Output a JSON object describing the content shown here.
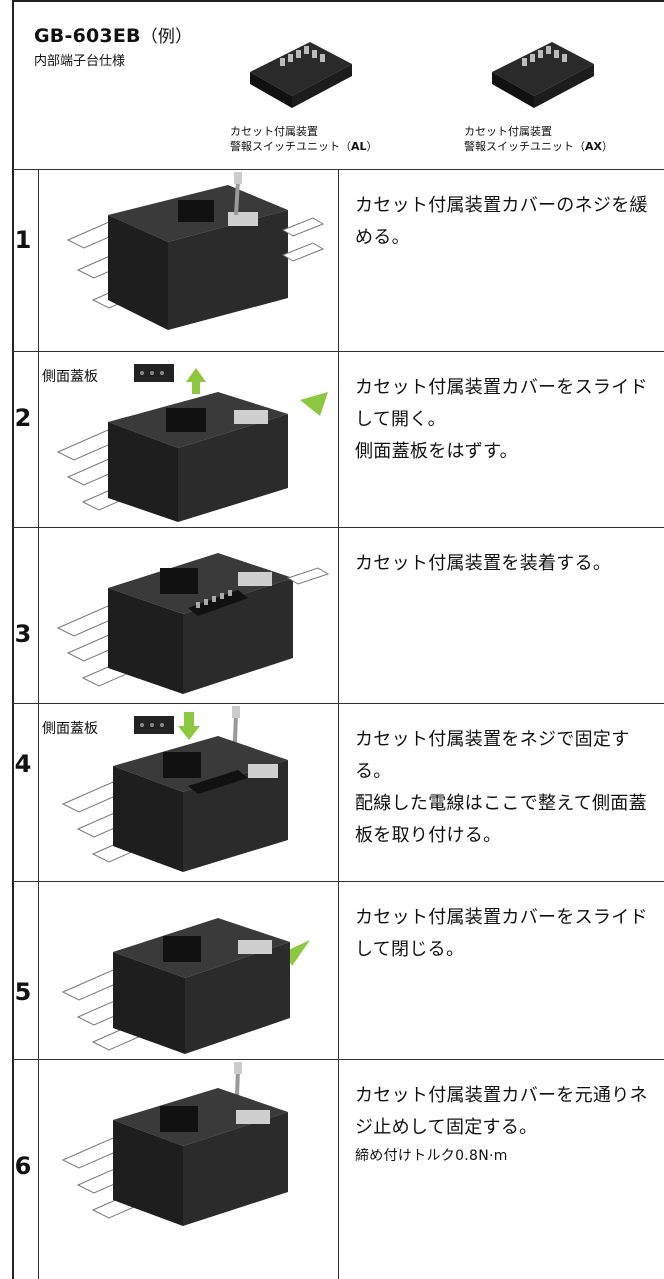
{
  "header": {
    "model": "GB-603EB",
    "model_note": "（例）",
    "spec": "内部端子台仕様",
    "units": [
      {
        "line1": "カセット付属装置",
        "line2_pre": "警報スイッチユニット（",
        "line2_code": "AL",
        "line2_post": "）"
      },
      {
        "line1": "カセット付属装置",
        "line2_pre": "警報スイッチユニット（",
        "line2_code": "AX",
        "line2_post": "）"
      }
    ]
  },
  "steps": [
    {
      "num": "1",
      "lines": [
        "カセット付属装置カバーのネジを緩める。"
      ]
    },
    {
      "num": "2",
      "label": "側面蓋板",
      "lines": [
        "カセット付属装置カバーをスライドして開く。",
        "側面蓋板をはずす。"
      ]
    },
    {
      "num": "3",
      "lines": [
        "カセット付属装置を装着する。"
      ]
    },
    {
      "num": "4",
      "label": "側面蓋板",
      "lines": [
        "カセット付属装置をネジで固定する。",
        "配線した電線はここで整えて側面蓋板を取り付ける。"
      ]
    },
    {
      "num": "5",
      "lines": [
        "カセット付属装置カバーをスライドして閉じる。"
      ]
    },
    {
      "num": "6",
      "lines": [
        "カセット付属装置カバーを元通りネジ止めして固定する。"
      ],
      "note": "締め付けトルク0.8N·m"
    }
  ],
  "colors": {
    "arrow": "#8dc63f",
    "line": "#222222"
  }
}
